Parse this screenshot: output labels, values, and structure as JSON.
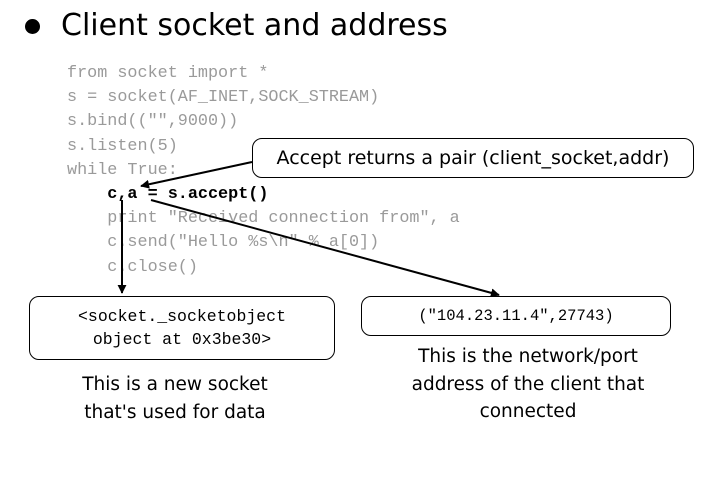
{
  "slide": {
    "title": "Client socket and address"
  },
  "code": {
    "lines": [
      "from socket import *",
      "s = socket(AF_INET,SOCK_STREAM)",
      "s.bind((\"\",9000))",
      "s.listen(5)",
      "while True:",
      "    c,a = s.accept()",
      "    print \"Received connection from\", a",
      "    c.send(\"Hello %s\\n\" % a[0])",
      "    c.close()"
    ],
    "highlighted_line_index": 5
  },
  "callouts": {
    "accept": "Accept returns a pair (client_socket,addr)",
    "socket_object": [
      "<socket._socketobject",
      "object at 0x3be30>"
    ],
    "address": "(\"104.23.11.4\",27743)"
  },
  "captions": {
    "socket": [
      "This is a new socket",
      "that's used for data"
    ],
    "address": [
      "This is the network/port",
      "address of the client that",
      "connected"
    ]
  }
}
